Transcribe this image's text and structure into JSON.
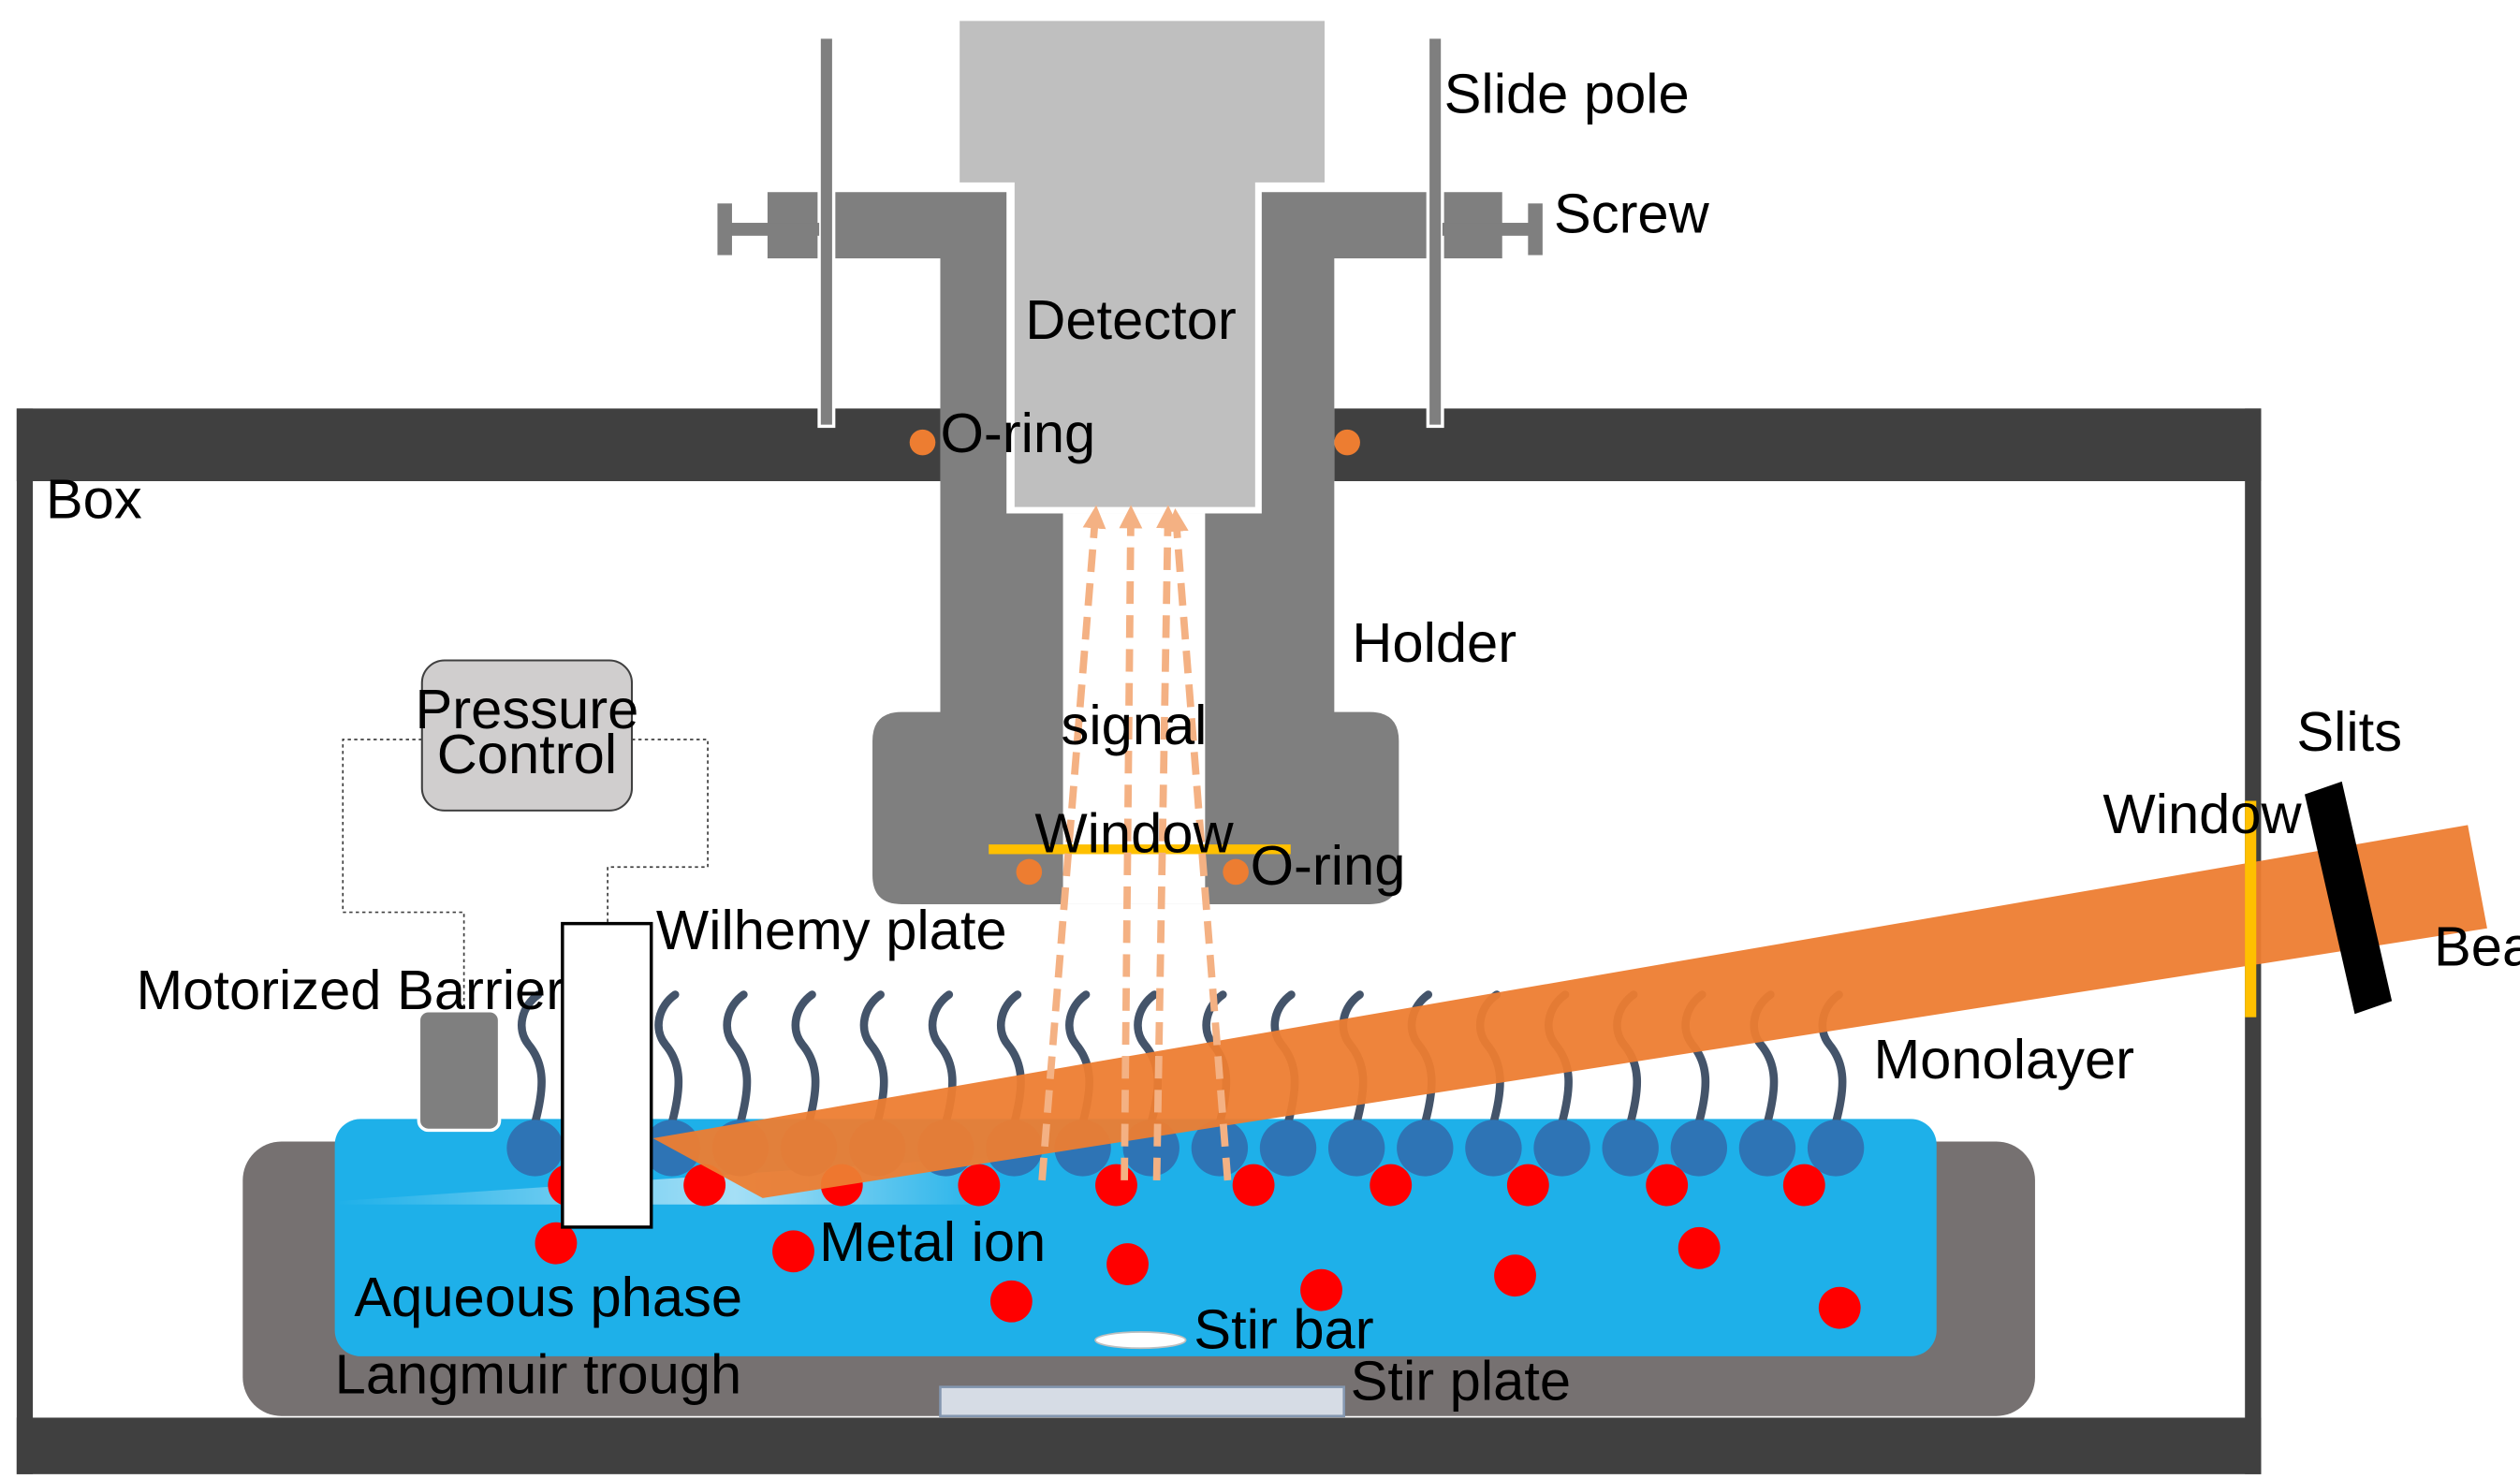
{
  "labels": {
    "slide_pole": "Slide pole",
    "screw": "Screw",
    "detector": "Detector",
    "o_ring_top": "O-ring",
    "box": "Box",
    "holder": "Holder",
    "signal": "signal",
    "window_inner": "Window",
    "o_ring_bottom": "O-ring",
    "pressure_control_line1": "Pressure",
    "pressure_control_line2": "Control",
    "wilhemy_plate": "Wilhemy plate",
    "motorized_barrier": "Motorized Barrier",
    "slits": "Slits",
    "window_outer": "Window",
    "beam": "Beam",
    "monolayer": "Monolayer",
    "metal_ion": "Metal ion",
    "aqueous_phase": "Aqueous phase",
    "stir_bar": "Stir bar",
    "langmuir_trough": "Langmuir trough",
    "stir_plate": "Stir plate"
  },
  "colors": {
    "box_wall": "#404040",
    "holder": "#7f7f7f",
    "detector": "#bfbfbf",
    "pole": "#7f7f7f",
    "trough": "#767171",
    "water": "#1eb0e9",
    "headgroup": "#2e74b5",
    "tail": "#44546a",
    "metal_ion": "#ff0000",
    "beam": "#ed7d31",
    "window": "#ffc000",
    "o_ring": "#ed7d31",
    "signal_arrow": "#f4b183",
    "pressure_box": "#d0cece",
    "barrier": "#7f7f7f",
    "stir_plate": "#d6dce5",
    "slits": "#000000"
  },
  "counts": {
    "monolayer_molecules": 20,
    "signal_arrows": 4
  }
}
